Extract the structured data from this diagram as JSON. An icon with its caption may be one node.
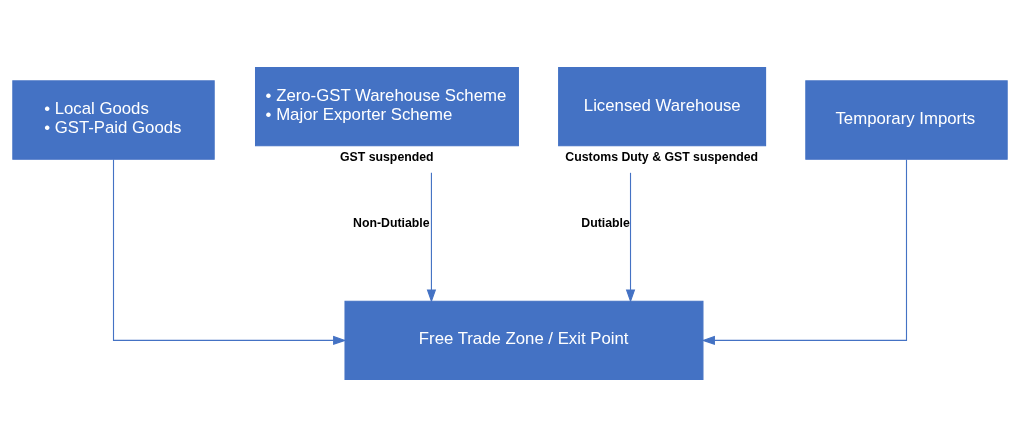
{
  "diagram": {
    "nodes": [
      {
        "text": [
          "• Local Goods",
          "• GST-Paid Goods"
        ]
      },
      {
        "text": [
          "• Zero-GST Warehouse Scheme",
          "• Major Exporter Scheme"
        ],
        "beside": [
          "GST suspended"
        ]
      },
      {
        "text": [
          "Licensed Warehouse"
        ],
        "beside": [
          "Customs Duty & GST suspended"
        ]
      },
      {
        "text": [
          "Temporary Imports"
        ]
      },
      {
        "text": [
          "Free Trade Zone / Exit Point"
        ]
      }
    ],
    "edges": [
      {
        "from": 0,
        "to": 4,
        "arrow": "to"
      },
      {
        "from": 1,
        "to": 4,
        "arrow": "to",
        "label": "Non-Dutiable"
      },
      {
        "from": 2,
        "to": 4,
        "arrow": "to",
        "label": "Dutiable"
      },
      {
        "from": 3,
        "to": 4,
        "arrow": "to"
      }
    ]
  }
}
